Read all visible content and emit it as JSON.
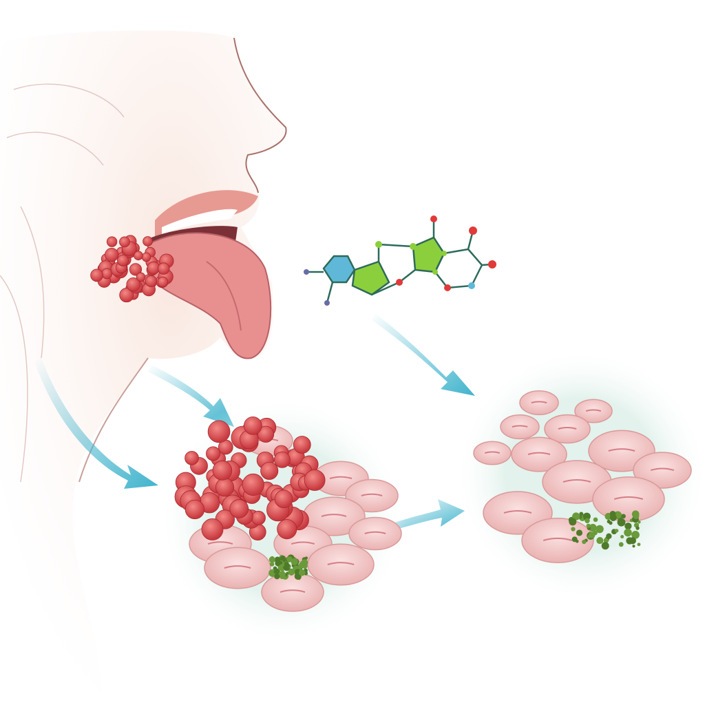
{
  "colors": {
    "skin": "#f6dcd3",
    "skin_outline": "#b07a70",
    "tongue": "#e88f8f",
    "lesion": "#e2545a",
    "cell": "#f3c4c4",
    "arrow": "#3fb3cc",
    "molecule_green": "#8ccf3c",
    "molecule_blue": "#5fb8d8",
    "atom_red": "#e03a3a",
    "moss": "#6a9a3a",
    "background_tint": "#d8efe8"
  },
  "icons": [
    "face-profile",
    "tongue",
    "lesion-cluster",
    "molecule",
    "arrow",
    "cell-magnification"
  ]
}
